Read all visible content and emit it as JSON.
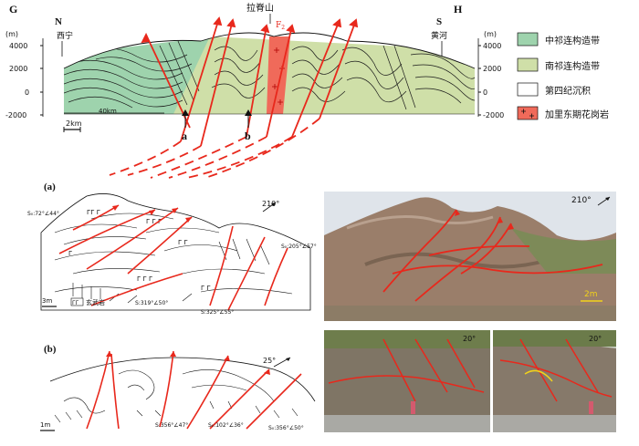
{
  "section": {
    "left_end": "G",
    "right_end": "H",
    "north": "N",
    "south": "S",
    "left_place": "西宁",
    "right_place": "黄河",
    "mountain": "拉脊山",
    "fault": "F",
    "fault_sub": "2",
    "axis_unit": "(m)",
    "elev_ticks": [
      "4000",
      "2000",
      "0",
      "-2000"
    ],
    "scale_span": "40km",
    "scale_bar": "2km",
    "pointer_a": "a",
    "pointer_b": "b"
  },
  "legend": [
    {
      "label": "中祁连构造带",
      "color": "#9ed3ad"
    },
    {
      "label": "南祁连构造带",
      "color": "#cfdfa8"
    },
    {
      "label": "第四纪沉积",
      "color": "#ffffff"
    },
    {
      "label": "加里东期花岗岩",
      "color": "#f06a5a"
    }
  ],
  "panel_a": {
    "label": "(a)",
    "azimuth": "210°",
    "orientation_1": "S₀:72°∠44°",
    "orientation_2": "S₀:205°∠57°",
    "orientation_3": "S:319°∠50°",
    "orientation_4": "S:325°∠55°",
    "scale_bar": "3m",
    "legend_basalt": "玄武岩",
    "photo_azimuth": "210°",
    "photo_scale": "2m"
  },
  "panel_b": {
    "label": "(b)",
    "azimuth": "25°",
    "orientation_1": "S:356°∠47°",
    "orientation_2": "S₀:102°∠36°",
    "orientation_3": "S₀:356°∠50°",
    "scale_bar": "1m",
    "photo1_azimuth": "20°",
    "photo2_azimuth": "20°"
  },
  "colors": {
    "fault_red": "#e8281c",
    "central_green": "#9ed3ad",
    "south_green": "#cfdfa8",
    "granite": "#f06a5a"
  }
}
